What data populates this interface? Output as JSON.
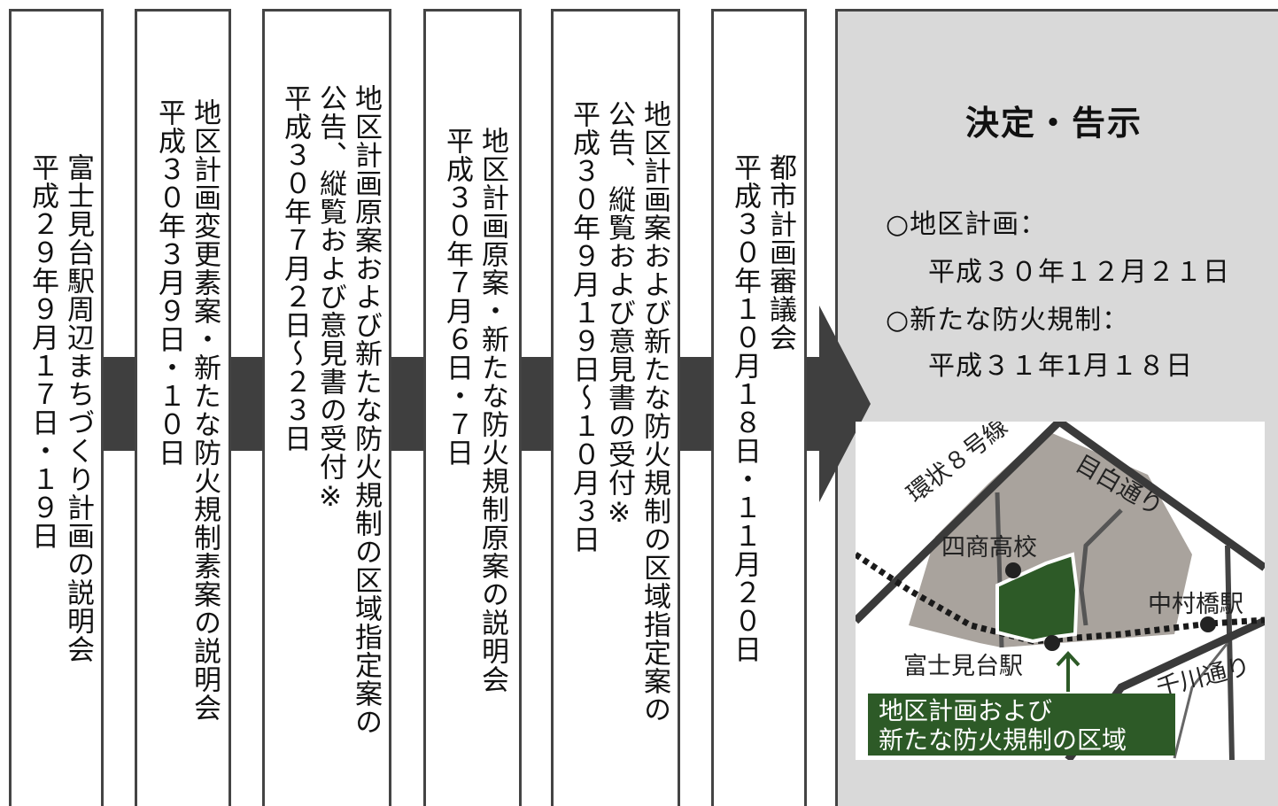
{
  "steps": [
    {
      "text": "富士見台駅周辺まちづくり計画の説明会\n平成２９年９月１７日・１９日"
    },
    {
      "text": "地区計画変更素案・新たな防火規制素案の説明会\n平成３０年３月９日・１０日"
    },
    {
      "text": "地区計画原案および新たな防火規制の区域指定案の\n公告、縦覧および意見書の受付※\n平成３０年７月２日～２３日"
    },
    {
      "text": "地区計画原案・新たな防火規制原案の説明会\n平成３０年７月６日・７日"
    },
    {
      "text": "地区計画案および新たな防火規制の区域指定案の\n公告、縦覧および意見書の受付※\n平成３０年９月１９日～１０月３日"
    },
    {
      "text": "都市計画審議会\n平成３０年１０月１８日・１１月２０日"
    }
  ],
  "result": {
    "title": "決定・告示",
    "item1_label": "○地区計画：",
    "item1_date": "平成３０年１２月２１日",
    "item2_label": "○新たな防火規制：",
    "item2_date": "平成３１年1月１８日"
  },
  "map": {
    "road1": "環状８号線",
    "road2": "目白通り",
    "school": "四商高校",
    "station1": "中村橋駅",
    "station2": "富士見台駅",
    "road3": "千川通り",
    "legend_line1": "地区計画および",
    "legend_line2": "新たな防火規制の区域"
  },
  "colors": {
    "border": "#444444",
    "connector": "#3f3f3f",
    "result_bg": "#d9d9d9",
    "area_green": "#2d5a27",
    "map_gray": "#a9a39d"
  }
}
